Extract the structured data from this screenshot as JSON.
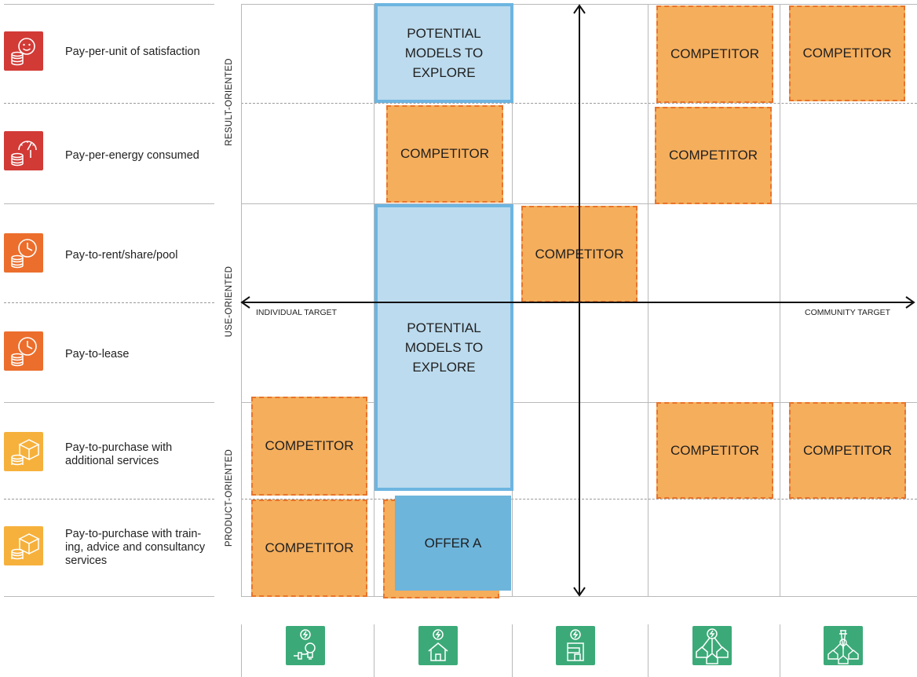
{
  "colors": {
    "red": "#d23a36",
    "orange": "#ec6e2c",
    "yellow": "#f6b13c",
    "green": "#3caa78",
    "competitor_fill": "#f5ae5c",
    "competitor_border": "#e8742a",
    "potential_fill": "#bcdbee",
    "potential_border": "#6db5e1",
    "offer_fill": "#6eb5dc"
  },
  "models": [
    {
      "label": "Pay-per-unit of satisfaction",
      "icon": "smiley-coins-icon",
      "color": "red"
    },
    {
      "label": "Pay-per-energy consumed",
      "icon": "meter-coins-icon",
      "color": "red"
    },
    {
      "label": "Pay-to-rent/share/pool",
      "icon": "clock-coins-icon",
      "color": "orange"
    },
    {
      "label": "Pay-to-lease",
      "icon": "clock-coins-icon",
      "color": "orange"
    },
    {
      "label": "Pay-to-purchase with\nadditional services",
      "icon": "box-coins-icon",
      "color": "yellow"
    },
    {
      "label": "Pay-to-purchase with train-\ning, advice and consultancy\nservices",
      "icon": "box-coins-icon",
      "color": "yellow"
    }
  ],
  "categories": {
    "result": "RESULT-ORIENTED",
    "use": "USE-ORIENTED",
    "product": "PRODUCT-ORIENTED"
  },
  "axes": {
    "left": "INDIVIDUAL TARGET",
    "right": "COMMUNITY TARGET"
  },
  "boxes": {
    "competitor": "COMPETITOR",
    "potential": "POTENTIAL\nMODELS TO\nEXPLORE",
    "offer": "OFFER A"
  },
  "segments": [
    {
      "icon": "plug-bulb-icon"
    },
    {
      "icon": "house-energy-icon"
    },
    {
      "icon": "building-energy-icon"
    },
    {
      "icon": "community-houses-icon"
    },
    {
      "icon": "grid-tower-houses-icon"
    }
  ]
}
